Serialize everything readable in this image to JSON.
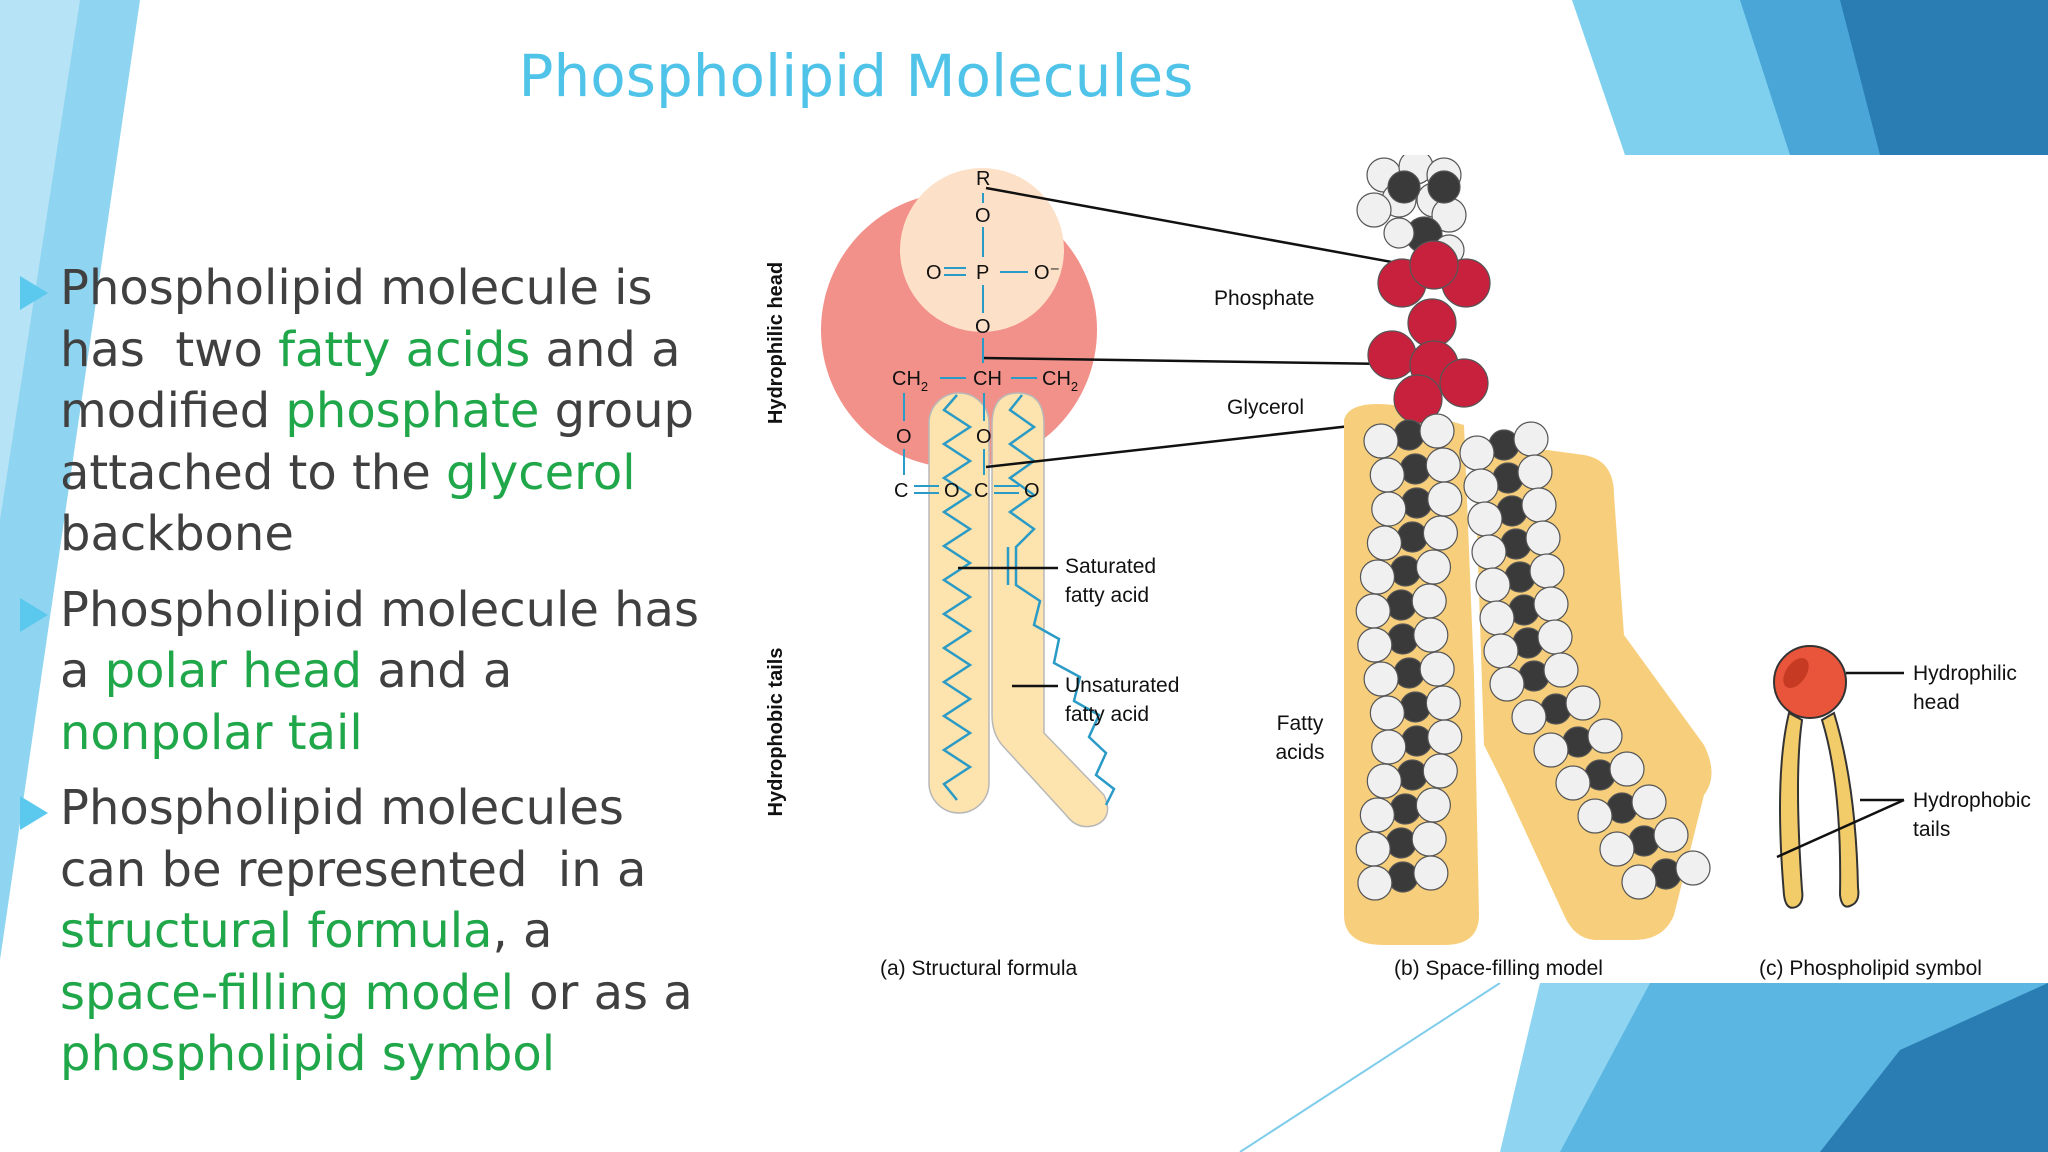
{
  "slide": {
    "title": "Phospholipid Molecules",
    "colors": {
      "title": "#4fc3e8",
      "highlight": "#1fa74a",
      "body_text": "#404040",
      "accent_light": "#8fd4f0",
      "accent_dark": "#2a7db3"
    }
  },
  "bullets": [
    {
      "runs": [
        {
          "text": "Phospholipid molecule is\nhas  two ",
          "highlight": false
        },
        {
          "text": "fatty acids",
          "highlight": true
        },
        {
          "text": " and a\nmodified ",
          "highlight": false
        },
        {
          "text": "phosphate",
          "highlight": true
        },
        {
          "text": " group\nattached to the ",
          "highlight": false
        },
        {
          "text": "glycerol",
          "highlight": true
        },
        {
          "text": "\nbackbone",
          "highlight": false
        }
      ]
    },
    {
      "runs": [
        {
          "text": "Phospholipid molecule has\na ",
          "highlight": false
        },
        {
          "text": "polar head",
          "highlight": true
        },
        {
          "text": " and a\n",
          "highlight": false
        },
        {
          "text": "nonpolar tail",
          "highlight": true
        }
      ]
    },
    {
      "runs": [
        {
          "text": "Phospholipid molecules\ncan be represented  in a\n",
          "highlight": false
        },
        {
          "text": "structural formula",
          "highlight": true
        },
        {
          "text": ", a\n",
          "highlight": false
        },
        {
          "text": "space-filling model",
          "highlight": true
        },
        {
          "text": " or as a\n",
          "highlight": false
        },
        {
          "text": "phospholipid symbol",
          "highlight": true
        }
      ]
    }
  ],
  "figure": {
    "side_labels": {
      "head": "Hydrophilic head",
      "tails": "Hydrophobic tails"
    },
    "formula": {
      "r": "R",
      "o": "O",
      "p": "P",
      "o_minus": "O⁻",
      "ch2": "CH",
      "sub2": "2",
      "ch": "CH",
      "c": "C"
    },
    "labels": {
      "phosphate": "Phosphate",
      "glycerol": "Glycerol",
      "saturated": [
        "Saturated",
        "fatty acid"
      ],
      "unsaturated": [
        "Unsaturated",
        "fatty acid"
      ],
      "fatty_acids": [
        "Fatty",
        "acids"
      ],
      "hydrophilic_head": [
        "Hydrophilic",
        "head"
      ],
      "hydrophobic_tails": [
        "Hydrophobic",
        "tails"
      ]
    },
    "captions": {
      "a": "(a) Structural formula",
      "b": "(b) Space-filling model",
      "c": "(c) Phospholipid symbol"
    },
    "colors": {
      "head": "#f2918a",
      "head_inner": "#fde0c8",
      "tail_fill": "#fde3ad",
      "chain": "#2a9bc6",
      "oxygen": "#c8213d",
      "carbon": "#3a3a3a",
      "hydrogen": "#f0f0f0",
      "symbol_head": "#e8553a",
      "symbol_tail": "#f3cc6a"
    }
  }
}
